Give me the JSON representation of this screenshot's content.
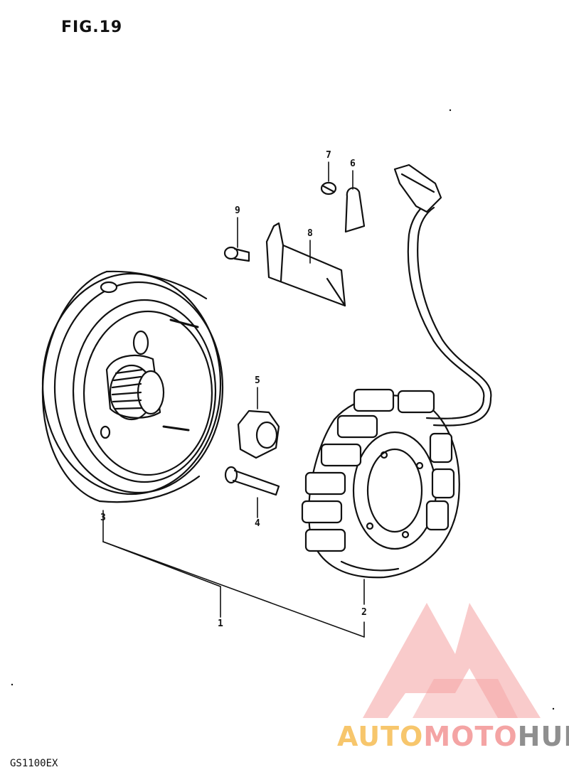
{
  "figure": {
    "title": "FIG.19",
    "model": "GS1100EX"
  },
  "callouts": {
    "c1": "1",
    "c2": "2",
    "c3": "3",
    "c4": "4",
    "c5": "5",
    "c6": "6",
    "c7": "7",
    "c8": "8",
    "c9": "9"
  },
  "watermark": {
    "part1": "AUTO",
    "part2": "MOTO",
    "part3": "HUB",
    "colors": {
      "part1": "#f7c66c",
      "part2": "#f4a4a4",
      "part3": "#8f8f8f",
      "logo": "#f08080"
    }
  }
}
